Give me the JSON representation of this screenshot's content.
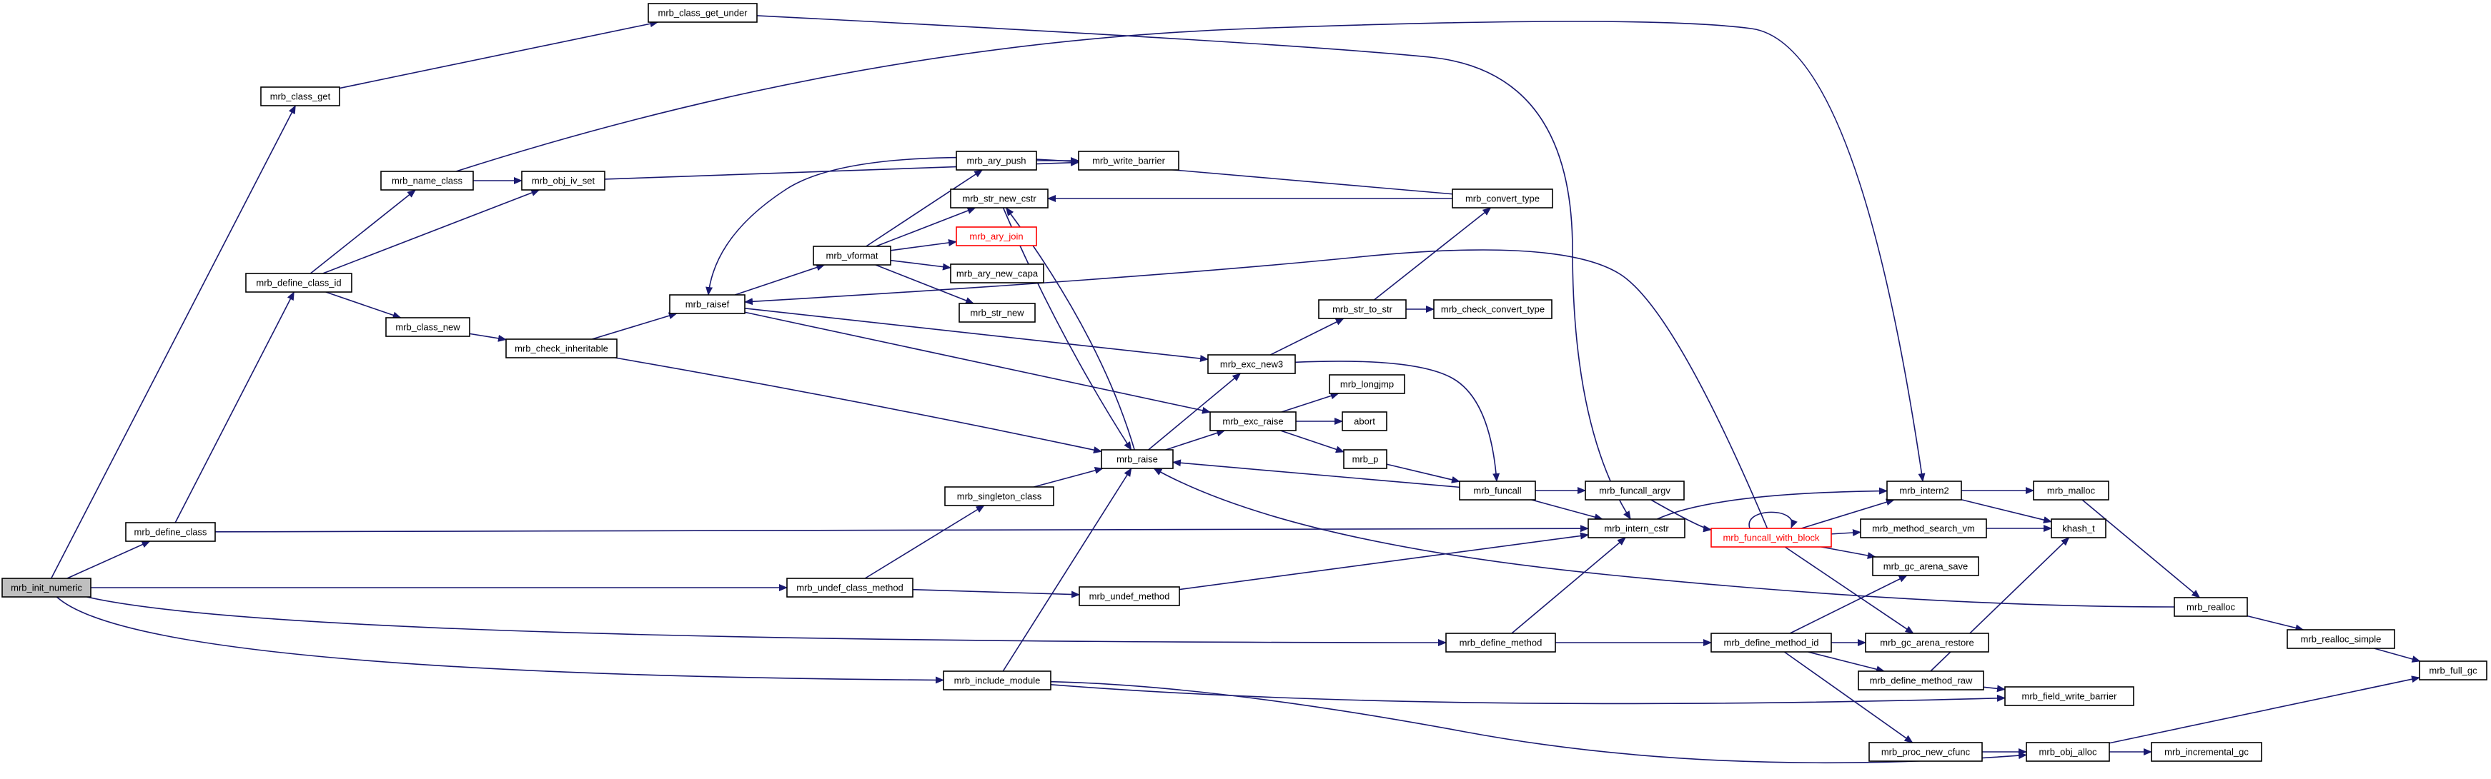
{
  "colors": {
    "edge": "#191970",
    "root_fill": "#bfbfbf",
    "error_border": "#ff0000"
  },
  "nodes": [
    {
      "id": "mrb_init_numeric",
      "label": "mrb_init_numeric",
      "style": "root"
    },
    {
      "id": "mrb_define_class",
      "label": "mrb_define_class"
    },
    {
      "id": "mrb_class_get",
      "label": "mrb_class_get"
    },
    {
      "id": "mrb_class_get_under",
      "label": "mrb_class_get_under"
    },
    {
      "id": "mrb_define_class_id",
      "label": "mrb_define_class_id"
    },
    {
      "id": "mrb_name_class",
      "label": "mrb_name_class"
    },
    {
      "id": "mrb_obj_iv_set",
      "label": "mrb_obj_iv_set"
    },
    {
      "id": "mrb_class_new",
      "label": "mrb_class_new"
    },
    {
      "id": "mrb_check_inheritable",
      "label": "mrb_check_inheritable"
    },
    {
      "id": "mrb_raisef",
      "label": "mrb_raisef"
    },
    {
      "id": "mrb_vformat",
      "label": "mrb_vformat"
    },
    {
      "id": "mrb_ary_push",
      "label": "mrb_ary_push"
    },
    {
      "id": "mrb_write_barrier",
      "label": "mrb_write_barrier"
    },
    {
      "id": "mrb_str_new_cstr",
      "label": "mrb_str_new_cstr"
    },
    {
      "id": "mrb_ary_join",
      "label": "mrb_ary_join",
      "style": "red"
    },
    {
      "id": "mrb_ary_new_capa",
      "label": "mrb_ary_new_capa"
    },
    {
      "id": "mrb_str_new",
      "label": "mrb_str_new"
    },
    {
      "id": "mrb_convert_type",
      "label": "mrb_convert_type"
    },
    {
      "id": "mrb_str_to_str",
      "label": "mrb_str_to_str"
    },
    {
      "id": "mrb_check_convert_type",
      "label": "mrb_check_convert_type"
    },
    {
      "id": "mrb_exc_new3",
      "label": "mrb_exc_new3"
    },
    {
      "id": "mrb_longjmp",
      "label": "mrb_longjmp"
    },
    {
      "id": "mrb_exc_raise",
      "label": "mrb_exc_raise"
    },
    {
      "id": "abort",
      "label": "abort"
    },
    {
      "id": "mrb_p",
      "label": "mrb_p"
    },
    {
      "id": "mrb_raise",
      "label": "mrb_raise"
    },
    {
      "id": "mrb_funcall",
      "label": "mrb_funcall"
    },
    {
      "id": "mrb_funcall_argv",
      "label": "mrb_funcall_argv"
    },
    {
      "id": "mrb_singleton_class",
      "label": "mrb_singleton_class"
    },
    {
      "id": "mrb_intern_cstr",
      "label": "mrb_intern_cstr"
    },
    {
      "id": "mrb_funcall_with_block",
      "label": "mrb_funcall_with_block",
      "style": "red"
    },
    {
      "id": "mrb_intern2",
      "label": "mrb_intern2"
    },
    {
      "id": "mrb_malloc",
      "label": "mrb_malloc"
    },
    {
      "id": "mrb_method_search_vm",
      "label": "mrb_method_search_vm"
    },
    {
      "id": "khash_t",
      "label": "khash_t"
    },
    {
      "id": "mrb_gc_arena_save",
      "label": "mrb_gc_arena_save"
    },
    {
      "id": "mrb_undef_class_method",
      "label": "mrb_undef_class_method"
    },
    {
      "id": "mrb_undef_method",
      "label": "mrb_undef_method"
    },
    {
      "id": "mrb_realloc",
      "label": "mrb_realloc"
    },
    {
      "id": "mrb_define_method",
      "label": "mrb_define_method"
    },
    {
      "id": "mrb_define_method_id",
      "label": "mrb_define_method_id"
    },
    {
      "id": "mrb_gc_arena_restore",
      "label": "mrb_gc_arena_restore"
    },
    {
      "id": "mrb_realloc_simple",
      "label": "mrb_realloc_simple"
    },
    {
      "id": "mrb_full_gc",
      "label": "mrb_full_gc"
    },
    {
      "id": "mrb_include_module",
      "label": "mrb_include_module"
    },
    {
      "id": "mrb_define_method_raw",
      "label": "mrb_define_method_raw"
    },
    {
      "id": "mrb_field_write_barrier",
      "label": "mrb_field_write_barrier"
    },
    {
      "id": "mrb_proc_new_cfunc",
      "label": "mrb_proc_new_cfunc"
    },
    {
      "id": "mrb_obj_alloc",
      "label": "mrb_obj_alloc"
    },
    {
      "id": "mrb_incremental_gc",
      "label": "mrb_incremental_gc"
    }
  ],
  "edges": [
    [
      "mrb_init_numeric",
      "mrb_define_class"
    ],
    [
      "mrb_init_numeric",
      "mrb_class_get"
    ],
    [
      "mrb_init_numeric",
      "mrb_undef_class_method"
    ],
    [
      "mrb_init_numeric",
      "mrb_define_method"
    ],
    [
      "mrb_init_numeric",
      "mrb_include_module"
    ],
    [
      "mrb_class_get",
      "mrb_class_get_under"
    ],
    [
      "mrb_class_get_under",
      "mrb_intern_cstr"
    ],
    [
      "mrb_define_class",
      "mrb_define_class_id"
    ],
    [
      "mrb_define_class",
      "mrb_intern_cstr"
    ],
    [
      "mrb_define_class_id",
      "mrb_name_class"
    ],
    [
      "mrb_define_class_id",
      "mrb_obj_iv_set"
    ],
    [
      "mrb_define_class_id",
      "mrb_class_new"
    ],
    [
      "mrb_name_class",
      "mrb_obj_iv_set"
    ],
    [
      "mrb_name_class",
      "mrb_intern2"
    ],
    [
      "mrb_obj_iv_set",
      "mrb_write_barrier"
    ],
    [
      "mrb_class_new",
      "mrb_check_inheritable"
    ],
    [
      "mrb_check_inheritable",
      "mrb_raisef"
    ],
    [
      "mrb_check_inheritable",
      "mrb_raise"
    ],
    [
      "mrb_raisef",
      "mrb_vformat"
    ],
    [
      "mrb_raisef",
      "mrb_exc_new3"
    ],
    [
      "mrb_raisef",
      "mrb_exc_raise"
    ],
    [
      "mrb_vformat",
      "mrb_ary_push"
    ],
    [
      "mrb_vformat",
      "mrb_str_new_cstr"
    ],
    [
      "mrb_vformat",
      "mrb_ary_join"
    ],
    [
      "mrb_vformat",
      "mrb_ary_new_capa"
    ],
    [
      "mrb_vformat",
      "mrb_str_new"
    ],
    [
      "mrb_ary_push",
      "mrb_write_barrier"
    ],
    [
      "mrb_str_new_cstr",
      "mrb_raise"
    ],
    [
      "mrb_convert_type",
      "mrb_str_new_cstr"
    ],
    [
      "mrb_convert_type",
      "mrb_raisef"
    ],
    [
      "mrb_str_to_str",
      "mrb_convert_type"
    ],
    [
      "mrb_str_to_str",
      "mrb_check_convert_type"
    ],
    [
      "mrb_exc_new3",
      "mrb_str_to_str"
    ],
    [
      "mrb_exc_new3",
      "mrb_funcall"
    ],
    [
      "mrb_exc_raise",
      "mrb_longjmp"
    ],
    [
      "mrb_exc_raise",
      "abort"
    ],
    [
      "mrb_exc_raise",
      "mrb_p"
    ],
    [
      "mrb_p",
      "mrb_funcall"
    ],
    [
      "mrb_raise",
      "mrb_str_new_cstr"
    ],
    [
      "mrb_raise",
      "mrb_exc_new3"
    ],
    [
      "mrb_raise",
      "mrb_exc_raise"
    ],
    [
      "mrb_funcall",
      "mrb_raise"
    ],
    [
      "mrb_funcall",
      "mrb_funcall_argv"
    ],
    [
      "mrb_funcall",
      "mrb_intern_cstr"
    ],
    [
      "mrb_funcall_argv",
      "mrb_funcall_with_block"
    ],
    [
      "mrb_singleton_class",
      "mrb_raise"
    ],
    [
      "mrb_intern_cstr",
      "mrb_intern2"
    ],
    [
      "mrb_funcall_with_block",
      "mrb_funcall_with_block"
    ],
    [
      "mrb_funcall_with_block",
      "mrb_raisef"
    ],
    [
      "mrb_funcall_with_block",
      "mrb_intern2"
    ],
    [
      "mrb_funcall_with_block",
      "mrb_method_search_vm"
    ],
    [
      "mrb_funcall_with_block",
      "mrb_gc_arena_save"
    ],
    [
      "mrb_funcall_with_block",
      "mrb_gc_arena_restore"
    ],
    [
      "mrb_intern2",
      "mrb_malloc"
    ],
    [
      "mrb_intern2",
      "khash_t"
    ],
    [
      "mrb_malloc",
      "mrb_realloc"
    ],
    [
      "mrb_method_search_vm",
      "khash_t"
    ],
    [
      "mrb_realloc",
      "mrb_raise"
    ],
    [
      "mrb_realloc",
      "mrb_realloc_simple"
    ],
    [
      "mrb_realloc_simple",
      "mrb_full_gc"
    ],
    [
      "mrb_undef_class_method",
      "mrb_singleton_class"
    ],
    [
      "mrb_undef_class_method",
      "mrb_undef_method"
    ],
    [
      "mrb_undef_method",
      "mrb_intern_cstr"
    ],
    [
      "mrb_define_method",
      "mrb_intern_cstr"
    ],
    [
      "mrb_define_method",
      "mrb_define_method_id"
    ],
    [
      "mrb_define_method_id",
      "mrb_gc_arena_save"
    ],
    [
      "mrb_define_method_id",
      "mrb_gc_arena_restore"
    ],
    [
      "mrb_define_method_id",
      "mrb_define_method_raw"
    ],
    [
      "mrb_define_method_id",
      "mrb_proc_new_cfunc"
    ],
    [
      "mrb_define_method_raw",
      "khash_t"
    ],
    [
      "mrb_define_method_raw",
      "mrb_field_write_barrier"
    ],
    [
      "mrb_include_module",
      "mrb_raise"
    ],
    [
      "mrb_include_module",
      "mrb_field_write_barrier"
    ],
    [
      "mrb_include_module",
      "mrb_obj_alloc"
    ],
    [
      "mrb_proc_new_cfunc",
      "mrb_obj_alloc"
    ],
    [
      "mrb_obj_alloc",
      "mrb_full_gc"
    ],
    [
      "mrb_obj_alloc",
      "mrb_incremental_gc"
    ]
  ]
}
